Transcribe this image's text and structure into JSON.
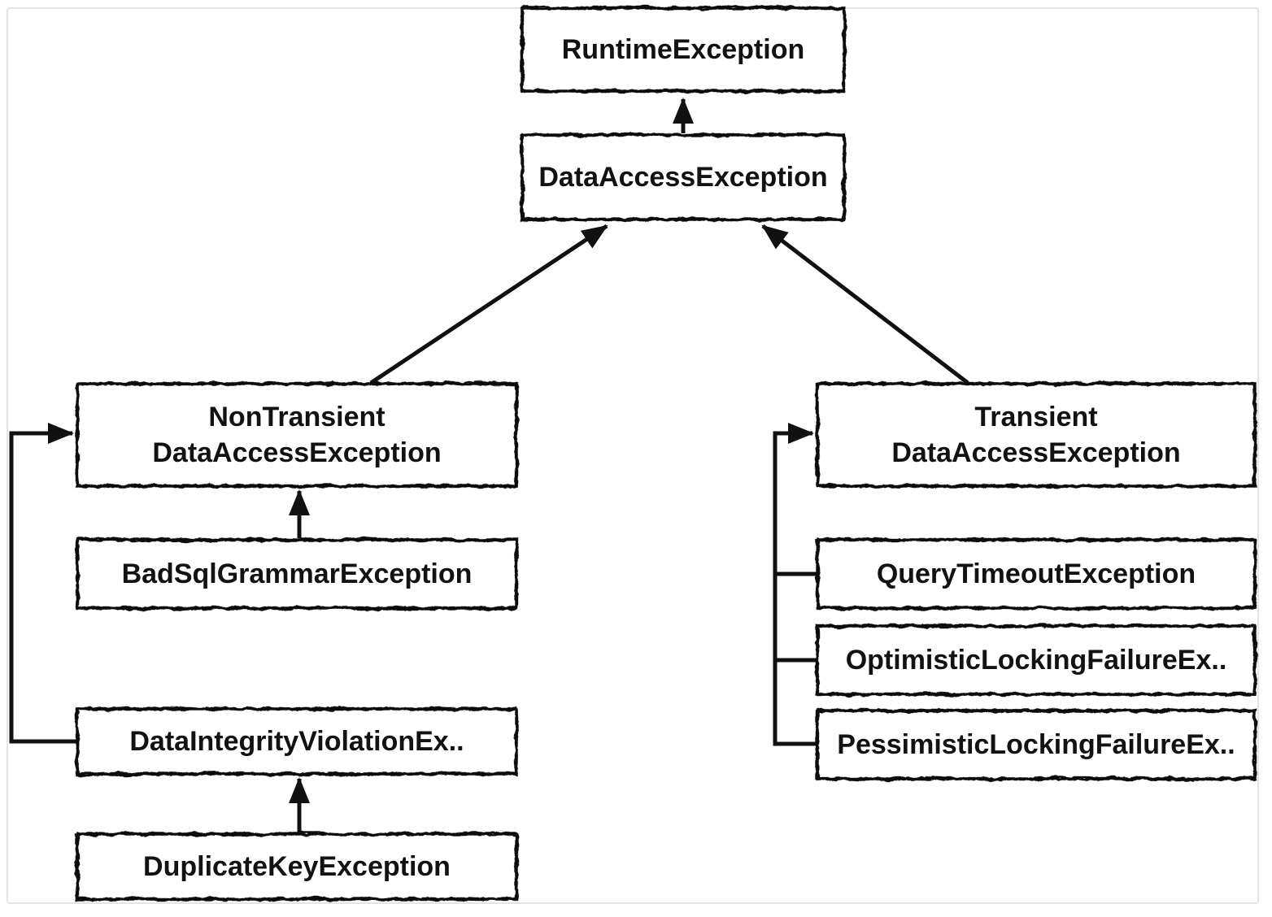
{
  "nodes": {
    "runtime": {
      "label": "RuntimeException"
    },
    "data_access": {
      "label": "DataAccessException"
    },
    "non_transient": {
      "line1": "NonTransient",
      "line2": "DataAccessException"
    },
    "bad_sql": {
      "label": "BadSqlGrammarException"
    },
    "data_integrity": {
      "label": "DataIntegrityViolationEx.."
    },
    "duplicate_key": {
      "label": "DuplicateKeyException"
    },
    "transient": {
      "line1": "Transient",
      "line2": "DataAccessException"
    },
    "query_timeout": {
      "label": "QueryTimeoutException"
    },
    "optimistic": {
      "label": "OptimisticLockingFailureEx.."
    },
    "pessimistic": {
      "label": "PessimisticLockingFailureEx.."
    }
  },
  "edges": [
    {
      "from": "DataAccessException",
      "to": "RuntimeException"
    },
    {
      "from": "NonTransient DataAccessException",
      "to": "DataAccessException"
    },
    {
      "from": "Transient DataAccessException",
      "to": "DataAccessException"
    },
    {
      "from": "BadSqlGrammarException",
      "to": "NonTransient DataAccessException"
    },
    {
      "from": "DataIntegrityViolationEx..",
      "to": "NonTransient DataAccessException"
    },
    {
      "from": "DuplicateKeyException",
      "to": "DataIntegrityViolationEx.."
    },
    {
      "from": "QueryTimeoutException",
      "to": "Transient DataAccessException"
    },
    {
      "from": "OptimisticLockingFailureEx..",
      "to": "Transient DataAccessException"
    },
    {
      "from": "PessimisticLockingFailureEx..",
      "to": "Transient DataAccessException"
    }
  ],
  "colors": {
    "stroke": "#111111",
    "text": "#121212",
    "background": "#ffffff",
    "frame_border": "#e3e3e3"
  }
}
